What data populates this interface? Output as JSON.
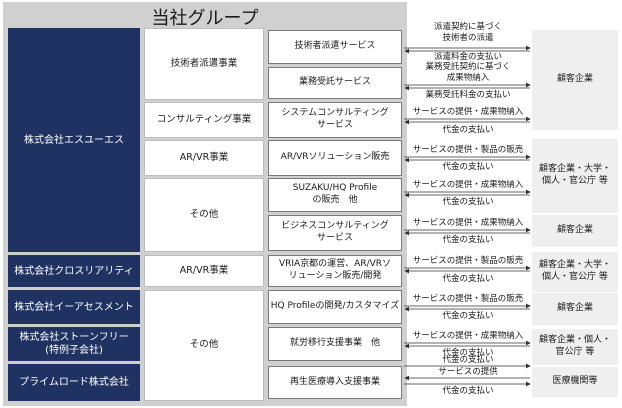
{
  "group_title": "当社グループ",
  "companies": [
    {
      "id": "sus",
      "label": "株式会社エスユーエス"
    },
    {
      "id": "xr",
      "label": "株式会社クロスリアリティ"
    },
    {
      "id": "ia",
      "label": "株式会社イーアセスメント"
    },
    {
      "id": "sf",
      "label": "株式会社ストーンフリー\n(特例子会社)"
    },
    {
      "id": "pr",
      "label": "プライムロード株式会社"
    }
  ],
  "segments": [
    {
      "id": "haken",
      "label": "技術者派遣事業"
    },
    {
      "id": "consult",
      "label": "コンサルティング事業"
    },
    {
      "id": "arvr1",
      "label": "AR/VR事業"
    },
    {
      "id": "other1",
      "label": "その他"
    },
    {
      "id": "arvr2",
      "label": "AR/VR事業"
    },
    {
      "id": "other2",
      "label": "その他"
    }
  ],
  "services": [
    {
      "id": "s1",
      "label": "技術者派遣サービス"
    },
    {
      "id": "s2",
      "label": "業務受託サービス"
    },
    {
      "id": "s3",
      "label": "システムコンサルティング\nサービス"
    },
    {
      "id": "s4",
      "label": "AR/VRソリューション販売"
    },
    {
      "id": "s5",
      "label": "SUZAKU/HQ Profile\nの販売　他"
    },
    {
      "id": "s6",
      "label": "ビジネスコンサルティング\nサービス"
    },
    {
      "id": "s7",
      "label": "VRIA京都の運営、AR/VRソ\nリューション販売/開発"
    },
    {
      "id": "s8",
      "label": "HQ Profileの開発/カスタマイズ"
    },
    {
      "id": "s9",
      "label": "就労移行支援事業　他"
    },
    {
      "id": "s10",
      "label": "再生医療導入支援事業"
    }
  ],
  "customers": [
    {
      "id": "c1",
      "label": "顧客企業"
    },
    {
      "id": "c2",
      "label": "顧客企業・大学・\n個人・官公庁 等"
    },
    {
      "id": "c3",
      "label": "顧客企業"
    },
    {
      "id": "c4",
      "label": "顧客企業・大学・\n個人・官公庁 等"
    },
    {
      "id": "c5",
      "label": "顧客企業"
    },
    {
      "id": "c6",
      "label": "顧客企業・個人・\n官公庁 等"
    },
    {
      "id": "c7",
      "label": "医療機関等"
    }
  ],
  "flows": [
    {
      "id": "f1",
      "label": "派遣契約に基づく\n技術者の派遣"
    },
    {
      "id": "f2",
      "label": "派遣料金の支払い"
    },
    {
      "id": "f3",
      "label": "業務受託契約に基づく\n成果物納入"
    },
    {
      "id": "f4",
      "label": "業務受託料金の支払い"
    },
    {
      "id": "f5",
      "label": "サービスの提供・成果物納入"
    },
    {
      "id": "f6",
      "label": "代金の支払い"
    },
    {
      "id": "f7",
      "label": "サービスの提供・製品の販売"
    },
    {
      "id": "f8",
      "label": "代金の支払い"
    },
    {
      "id": "f9",
      "label": "サービスの提供・成果物納入"
    },
    {
      "id": "f10",
      "label": "代金の支払い"
    },
    {
      "id": "f11",
      "label": "サービスの提供・成果物納入"
    },
    {
      "id": "f12",
      "label": "代金の支払い"
    },
    {
      "id": "f13",
      "label": "サービスの提供・製品の販売"
    },
    {
      "id": "f14",
      "label": "代金の支払い"
    },
    {
      "id": "f15",
      "label": "サービスの提供・製品の販売"
    },
    {
      "id": "f16",
      "label": "代金の支払い"
    },
    {
      "id": "f17",
      "label": "サービスの提供・成果物納入"
    },
    {
      "id": "f18",
      "label": "代金の支払い"
    },
    {
      "id": "f19",
      "label": "代金の支払い"
    },
    {
      "id": "f20",
      "label": "サービスの提供"
    },
    {
      "id": "f21",
      "label": "代金の支払い"
    }
  ]
}
